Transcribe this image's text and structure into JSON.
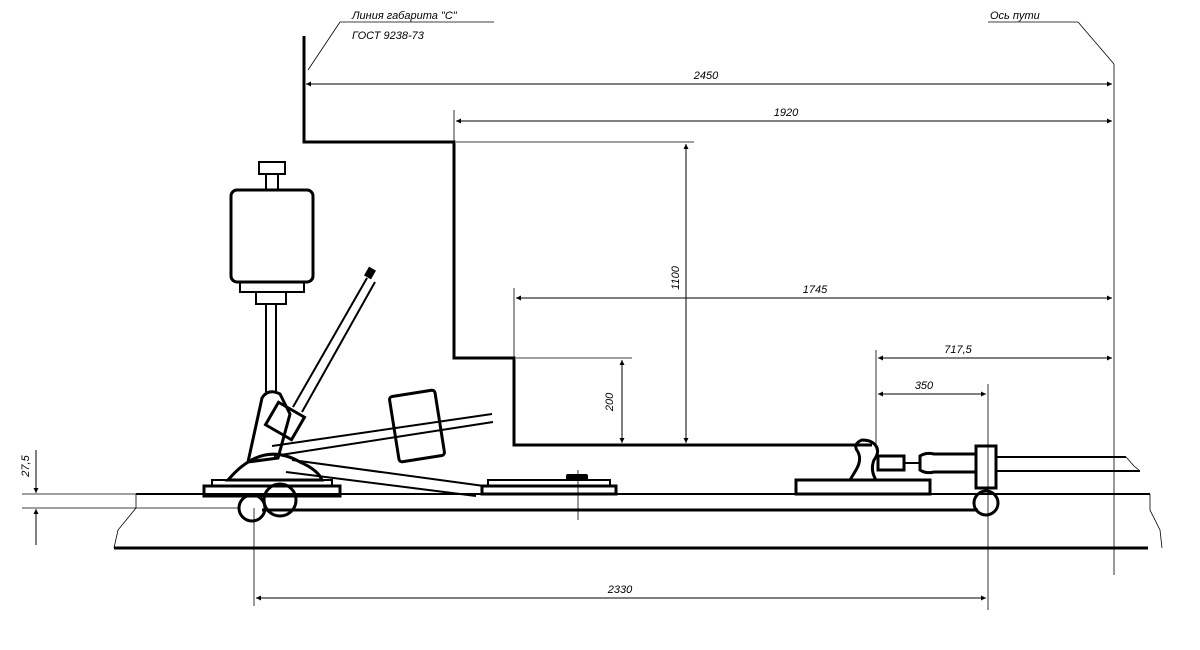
{
  "annotations": {
    "gauge_line_label": "Линия габарита \"С\"",
    "gost_label": "ГОСТ 9238-73",
    "track_axis_label": "Ось пути"
  },
  "dimensions": {
    "d2450": "2450",
    "d1920": "1920",
    "d1745": "1745",
    "d717_5": "717,5",
    "d350": "350",
    "d1100": "1100",
    "d200": "200",
    "d27_5": "27,5",
    "d2330": "2330"
  },
  "colors": {
    "line": "#000000",
    "background": "#ffffff"
  }
}
